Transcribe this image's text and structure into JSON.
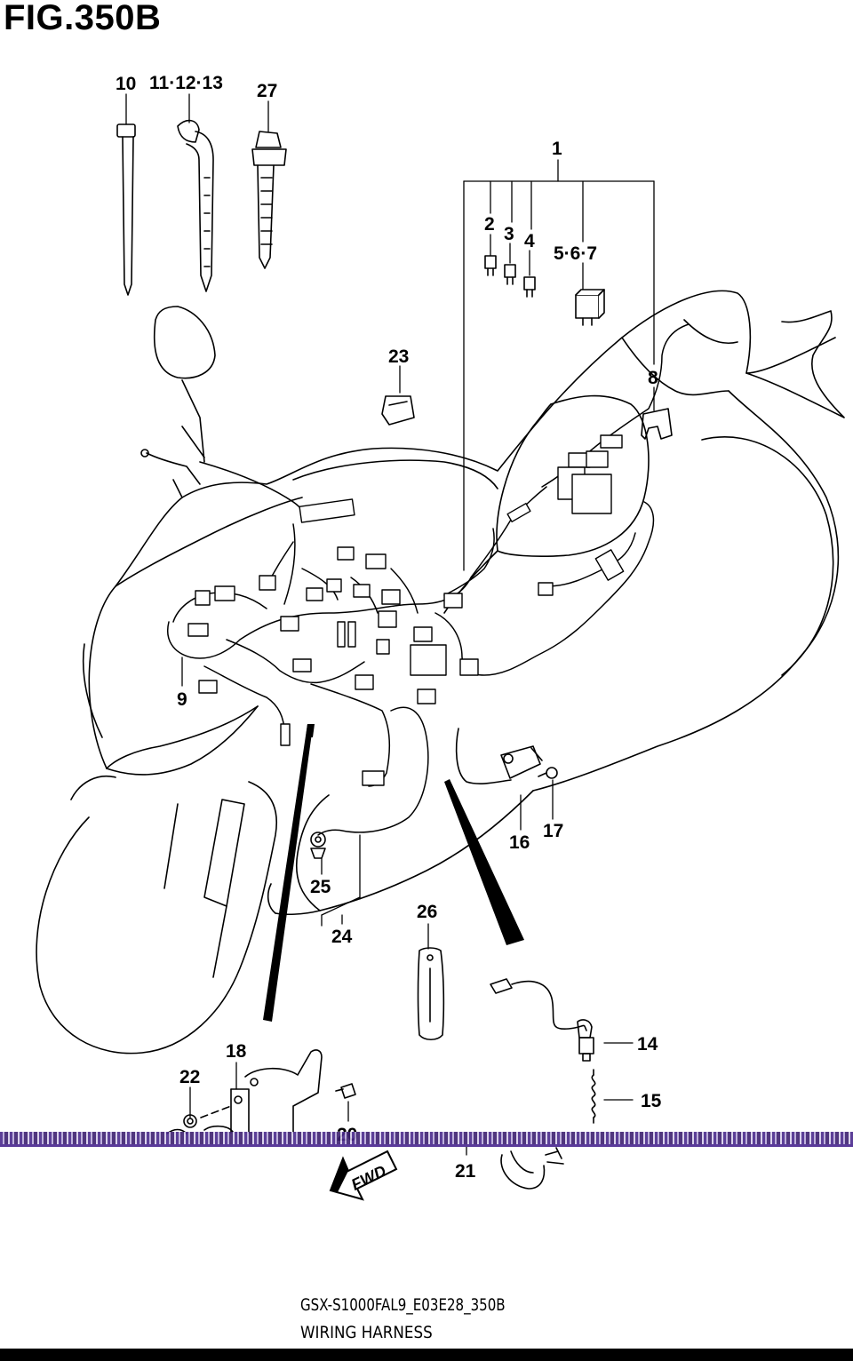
{
  "figure": {
    "title": "FIG.350B",
    "model_code": "GSX-S1000FAL9_E03E28_350B",
    "section_name": "WIRING HARNESS",
    "direction_label": "FWD"
  },
  "callouts": {
    "c1": "1",
    "c2": "2",
    "c3": "3",
    "c4": "4",
    "c567": "5·6·7",
    "c8": "8",
    "c9": "9",
    "c10": "10",
    "c111213": "11·12·13",
    "c14": "14",
    "c15": "15",
    "c16": "16",
    "c17": "17",
    "c18": "18",
    "c20": "20",
    "c21": "21",
    "c22": "22",
    "c23": "23",
    "c24": "24",
    "c25": "25",
    "c26": "26",
    "c27": "27"
  },
  "colors": {
    "line": "#000000",
    "background": "#ffffff",
    "scan_artifact": "#4a2a8c"
  }
}
